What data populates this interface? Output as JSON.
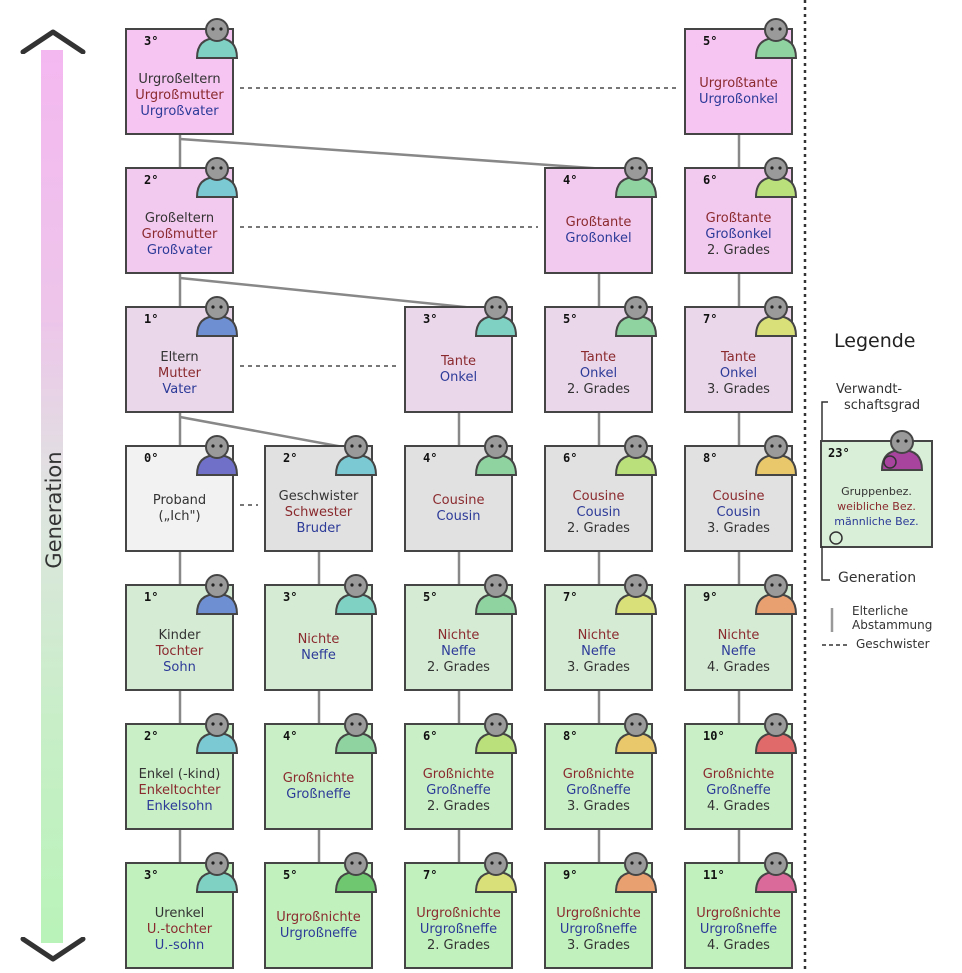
{
  "axis": {
    "label": "Generation"
  },
  "cards": [
    {
      "id": "urgrosseltern",
      "deg": "3°",
      "lines": [
        {
          "t": "Urgroßeltern",
          "k": "group"
        },
        {
          "t": "Urgroßmutter",
          "k": "female"
        },
        {
          "t": "Urgroßvater",
          "k": "male"
        }
      ]
    },
    {
      "id": "urgrosstante",
      "deg": "5°",
      "lines": [
        {
          "t": "Urgroßtante",
          "k": "female"
        },
        {
          "t": "Urgroßonkel",
          "k": "male"
        }
      ]
    },
    {
      "id": "grosseltern",
      "deg": "2°",
      "lines": [
        {
          "t": "Großeltern",
          "k": "group"
        },
        {
          "t": "Großmutter",
          "k": "female"
        },
        {
          "t": "Großvater",
          "k": "male"
        }
      ]
    },
    {
      "id": "grosstante",
      "deg": "4°",
      "lines": [
        {
          "t": "Großtante",
          "k": "female"
        },
        {
          "t": "Großonkel",
          "k": "male"
        }
      ]
    },
    {
      "id": "grosstante2",
      "deg": "6°",
      "lines": [
        {
          "t": "Großtante",
          "k": "female"
        },
        {
          "t": "Großonkel",
          "k": "male"
        },
        {
          "t": "2. Grades",
          "k": "degree"
        }
      ]
    },
    {
      "id": "eltern",
      "deg": "1°",
      "lines": [
        {
          "t": "Eltern",
          "k": "group"
        },
        {
          "t": "Mutter",
          "k": "female"
        },
        {
          "t": "Vater",
          "k": "male"
        }
      ]
    },
    {
      "id": "tante",
      "deg": "3°",
      "lines": [
        {
          "t": "Tante",
          "k": "female"
        },
        {
          "t": "Onkel",
          "k": "male"
        }
      ]
    },
    {
      "id": "tante2",
      "deg": "5°",
      "lines": [
        {
          "t": "Tante",
          "k": "female"
        },
        {
          "t": "Onkel",
          "k": "male"
        },
        {
          "t": "2. Grades",
          "k": "degree"
        }
      ]
    },
    {
      "id": "tante3",
      "deg": "7°",
      "lines": [
        {
          "t": "Tante",
          "k": "female"
        },
        {
          "t": "Onkel",
          "k": "male"
        },
        {
          "t": "3. Grades",
          "k": "degree"
        }
      ]
    },
    {
      "id": "proband",
      "deg": "0°",
      "lines": [
        {
          "t": "Proband",
          "k": "group"
        },
        {
          "t": "(„Ich\")",
          "k": "group"
        }
      ]
    },
    {
      "id": "geschwister",
      "deg": "2°",
      "lines": [
        {
          "t": "Geschwister",
          "k": "group"
        },
        {
          "t": "Schwester",
          "k": "female"
        },
        {
          "t": "Bruder",
          "k": "male"
        }
      ]
    },
    {
      "id": "cousine",
      "deg": "4°",
      "lines": [
        {
          "t": "Cousine",
          "k": "female"
        },
        {
          "t": "Cousin",
          "k": "male"
        }
      ]
    },
    {
      "id": "cousine2",
      "deg": "6°",
      "lines": [
        {
          "t": "Cousine",
          "k": "female"
        },
        {
          "t": "Cousin",
          "k": "male"
        },
        {
          "t": "2. Grades",
          "k": "degree"
        }
      ]
    },
    {
      "id": "cousine3",
      "deg": "8°",
      "lines": [
        {
          "t": "Cousine",
          "k": "female"
        },
        {
          "t": "Cousin",
          "k": "male"
        },
        {
          "t": "3. Grades",
          "k": "degree"
        }
      ]
    },
    {
      "id": "kinder",
      "deg": "1°",
      "lines": [
        {
          "t": "Kinder",
          "k": "group"
        },
        {
          "t": "Tochter",
          "k": "female"
        },
        {
          "t": "Sohn",
          "k": "male"
        }
      ]
    },
    {
      "id": "nichte",
      "deg": "3°",
      "lines": [
        {
          "t": "Nichte",
          "k": "female"
        },
        {
          "t": "Neffe",
          "k": "male"
        }
      ]
    },
    {
      "id": "nichte2",
      "deg": "5°",
      "lines": [
        {
          "t": "Nichte",
          "k": "female"
        },
        {
          "t": "Neffe",
          "k": "male"
        },
        {
          "t": "2. Grades",
          "k": "degree"
        }
      ]
    },
    {
      "id": "nichte3",
      "deg": "7°",
      "lines": [
        {
          "t": "Nichte",
          "k": "female"
        },
        {
          "t": "Neffe",
          "k": "male"
        },
        {
          "t": "3. Grades",
          "k": "degree"
        }
      ]
    },
    {
      "id": "nichte4",
      "deg": "9°",
      "lines": [
        {
          "t": "Nichte",
          "k": "female"
        },
        {
          "t": "Neffe",
          "k": "male"
        },
        {
          "t": "4. Grades",
          "k": "degree"
        }
      ]
    },
    {
      "id": "enkel",
      "deg": "2°",
      "lines": [
        {
          "t": "Enkel (-kind)",
          "k": "group"
        },
        {
          "t": "Enkeltochter",
          "k": "female"
        },
        {
          "t": "Enkelsohn",
          "k": "male"
        }
      ]
    },
    {
      "id": "grossnichte",
      "deg": "4°",
      "lines": [
        {
          "t": "Großnichte",
          "k": "female"
        },
        {
          "t": "Großneffe",
          "k": "male"
        }
      ]
    },
    {
      "id": "grossnichte2",
      "deg": "6°",
      "lines": [
        {
          "t": "Großnichte",
          "k": "female"
        },
        {
          "t": "Großneffe",
          "k": "male"
        },
        {
          "t": "2. Grades",
          "k": "degree"
        }
      ]
    },
    {
      "id": "grossnichte3",
      "deg": "8°",
      "lines": [
        {
          "t": "Großnichte",
          "k": "female"
        },
        {
          "t": "Großneffe",
          "k": "male"
        },
        {
          "t": "3. Grades",
          "k": "degree"
        }
      ]
    },
    {
      "id": "grossnichte4",
      "deg": "10°",
      "lines": [
        {
          "t": "Großnichte",
          "k": "female"
        },
        {
          "t": "Großneffe",
          "k": "male"
        },
        {
          "t": "4. Grades",
          "k": "degree"
        }
      ]
    },
    {
      "id": "urenkel",
      "deg": "3°",
      "lines": [
        {
          "t": "Urenkel",
          "k": "group"
        },
        {
          "t": "U.-tochter",
          "k": "female"
        },
        {
          "t": "U.-sohn",
          "k": "male"
        }
      ]
    },
    {
      "id": "urgrossnichte",
      "deg": "5°",
      "lines": [
        {
          "t": "Urgroßnichte",
          "k": "female"
        },
        {
          "t": "Urgroßneffe",
          "k": "male"
        }
      ]
    },
    {
      "id": "urgrossnichte2",
      "deg": "7°",
      "lines": [
        {
          "t": "Urgroßnichte",
          "k": "female"
        },
        {
          "t": "Urgroßneffe",
          "k": "male"
        },
        {
          "t": "2. Grades",
          "k": "degree"
        }
      ]
    },
    {
      "id": "urgrossnichte3",
      "deg": "9°",
      "lines": [
        {
          "t": "Urgroßnichte",
          "k": "female"
        },
        {
          "t": "Urgroßneffe",
          "k": "male"
        },
        {
          "t": "3. Grades",
          "k": "degree"
        }
      ]
    },
    {
      "id": "urgrossnichte4",
      "deg": "11°",
      "lines": [
        {
          "t": "Urgroßnichte",
          "k": "female"
        },
        {
          "t": "Urgroßneffe",
          "k": "male"
        },
        {
          "t": "4. Grades",
          "k": "degree"
        }
      ]
    }
  ],
  "legend": {
    "title": "Legende",
    "degree_label_1": "Verwandt-",
    "degree_label_2": "schaftsgrad",
    "sample_degree": "23°",
    "sample_group": "Gruppenbez.",
    "sample_female": "weibliche Bez.",
    "sample_male": "männliche Bez.",
    "generation_label": "Generation",
    "parent_line_1": "Elterliche",
    "parent_line_2": "Abstammung",
    "siblings_label": "Geschwister"
  },
  "colors": {
    "gen_plus3": "#f6c5f2",
    "gen_plus2": "#f3caef",
    "gen_plus1": "#ead7ea",
    "gen_0_ego": "#f2f2f2",
    "gen_0": "#e1e1e1",
    "gen_minus1": "#d6ebd4",
    "gen_minus2": "#c9efc6",
    "gen_minus3": "#c1f2be",
    "female": "#8a2a2e",
    "male": "#2c3a98",
    "border": "#454545"
  }
}
